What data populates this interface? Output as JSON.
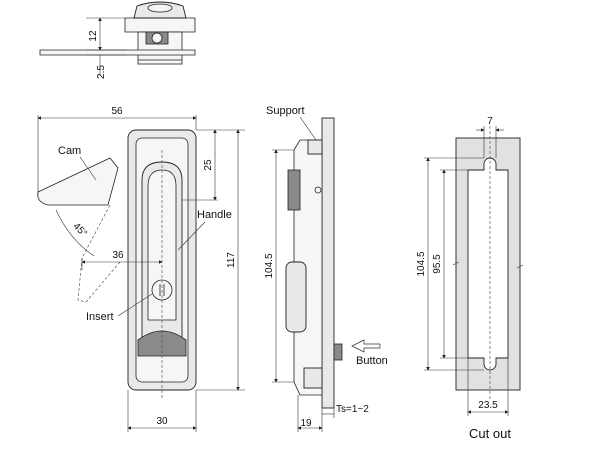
{
  "top_view": {
    "dim_height": "12",
    "dim_thickness": "2.5"
  },
  "front_view": {
    "dim_width": "56",
    "dim_top": "25",
    "dim_length": "117",
    "dim_cam_reach": "36",
    "dim_base_width": "30",
    "angle": "45°",
    "label_cam": "Cam",
    "label_handle": "Handle",
    "label_insert": "Insert"
  },
  "side_view": {
    "label_support": "Support",
    "label_button": "Button",
    "dim_height": "104.5",
    "dim_depth": "19",
    "dim_ts": "Ts=1~2"
  },
  "cutout_view": {
    "dim_slot": "7",
    "dim_outer": "104.5",
    "dim_inner": "95.5",
    "dim_width": "23.5",
    "title": "Cut out"
  }
}
